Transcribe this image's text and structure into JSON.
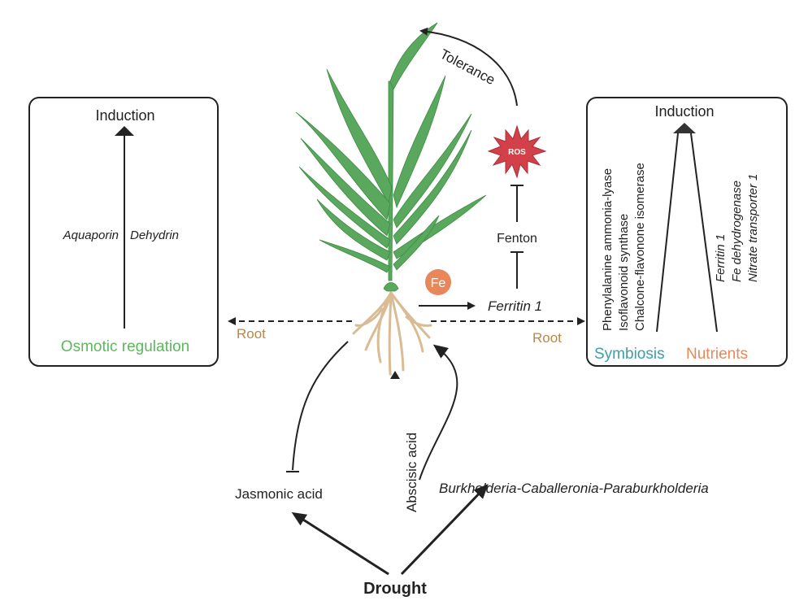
{
  "colors": {
    "green": "#5cb85c",
    "root_brown": "#b8884a",
    "symbiosis_teal": "#3aa0a8",
    "nutrients_orange": "#e8875a",
    "fe_orange": "#e8875a",
    "ros_red": "#d2404a",
    "line": "#222222"
  },
  "left_box": {
    "top_label": "Induction",
    "gene_left": "Aquaporin",
    "gene_right": "Dehydrin",
    "bottom_label": "Osmotic regulation"
  },
  "right_box": {
    "top_label": "Induction",
    "symbiosis_genes": [
      "Phenylalanine ammonia-lyase",
      "Isoflavonoid synthase",
      "Chalcone-flavonone isomerase"
    ],
    "nutrient_genes": [
      "Ferritin 1",
      "Fe dehydrogenase",
      "Nitrate transporter 1"
    ],
    "symbiosis_label": "Symbiosis",
    "nutrients_label": "Nutrients"
  },
  "center": {
    "tolerance_label": "Tolerance",
    "ros_label": "ROS",
    "fenton_label": "Fenton",
    "fe_label": "Fe",
    "ferritin_label": "Ferritin 1",
    "root_left_label": "Root",
    "root_right_label": "Root"
  },
  "bottom": {
    "jasmonic_label": "Jasmonic acid",
    "abscisic_label": "Abscisic acid",
    "bacteria_label": "Burkholderia-Caballeronia-Paraburkholderia",
    "drought_label": "Drought"
  }
}
